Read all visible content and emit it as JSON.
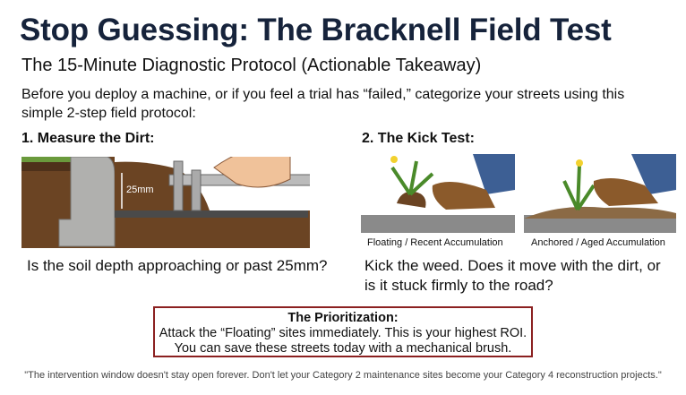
{
  "title": "Stop Guessing: The Bracknell Field Test",
  "subtitle": "The 15-Minute Diagnostic Protocol (Actionable Takeaway)",
  "intro": "Before you deploy a machine, or if you feel a trial has “failed,” categorize your streets using this simple 2-step field protocol:",
  "step1": {
    "heading": "1. Measure the Dirt:",
    "measure_label": "25mm",
    "caption": "Is the soil depth approaching or past 25mm?"
  },
  "step2": {
    "heading": "2. The Kick Test:",
    "left_label": "Floating / Recent Accumulation",
    "right_label": "Anchored / Aged Accumulation",
    "caption": "Kick the weed. Does it move with the dirt, or is it stuck firmly to the road?"
  },
  "prioritization": {
    "heading": "The Prioritization:",
    "line1": "Attack the “Floating” sites immediately. This is your highest ROI.",
    "line2": "You can save these streets today with a mechanical brush."
  },
  "quote": "\"The intervention window doesn't stay open forever. Don't let your Category 2 maintenance sites become your Category 4 reconstruction projects.\"",
  "colors": {
    "title": "#16233b",
    "box_border": "#8b2020",
    "soil": "#6b4423",
    "road": "#8a8a8a"
  }
}
